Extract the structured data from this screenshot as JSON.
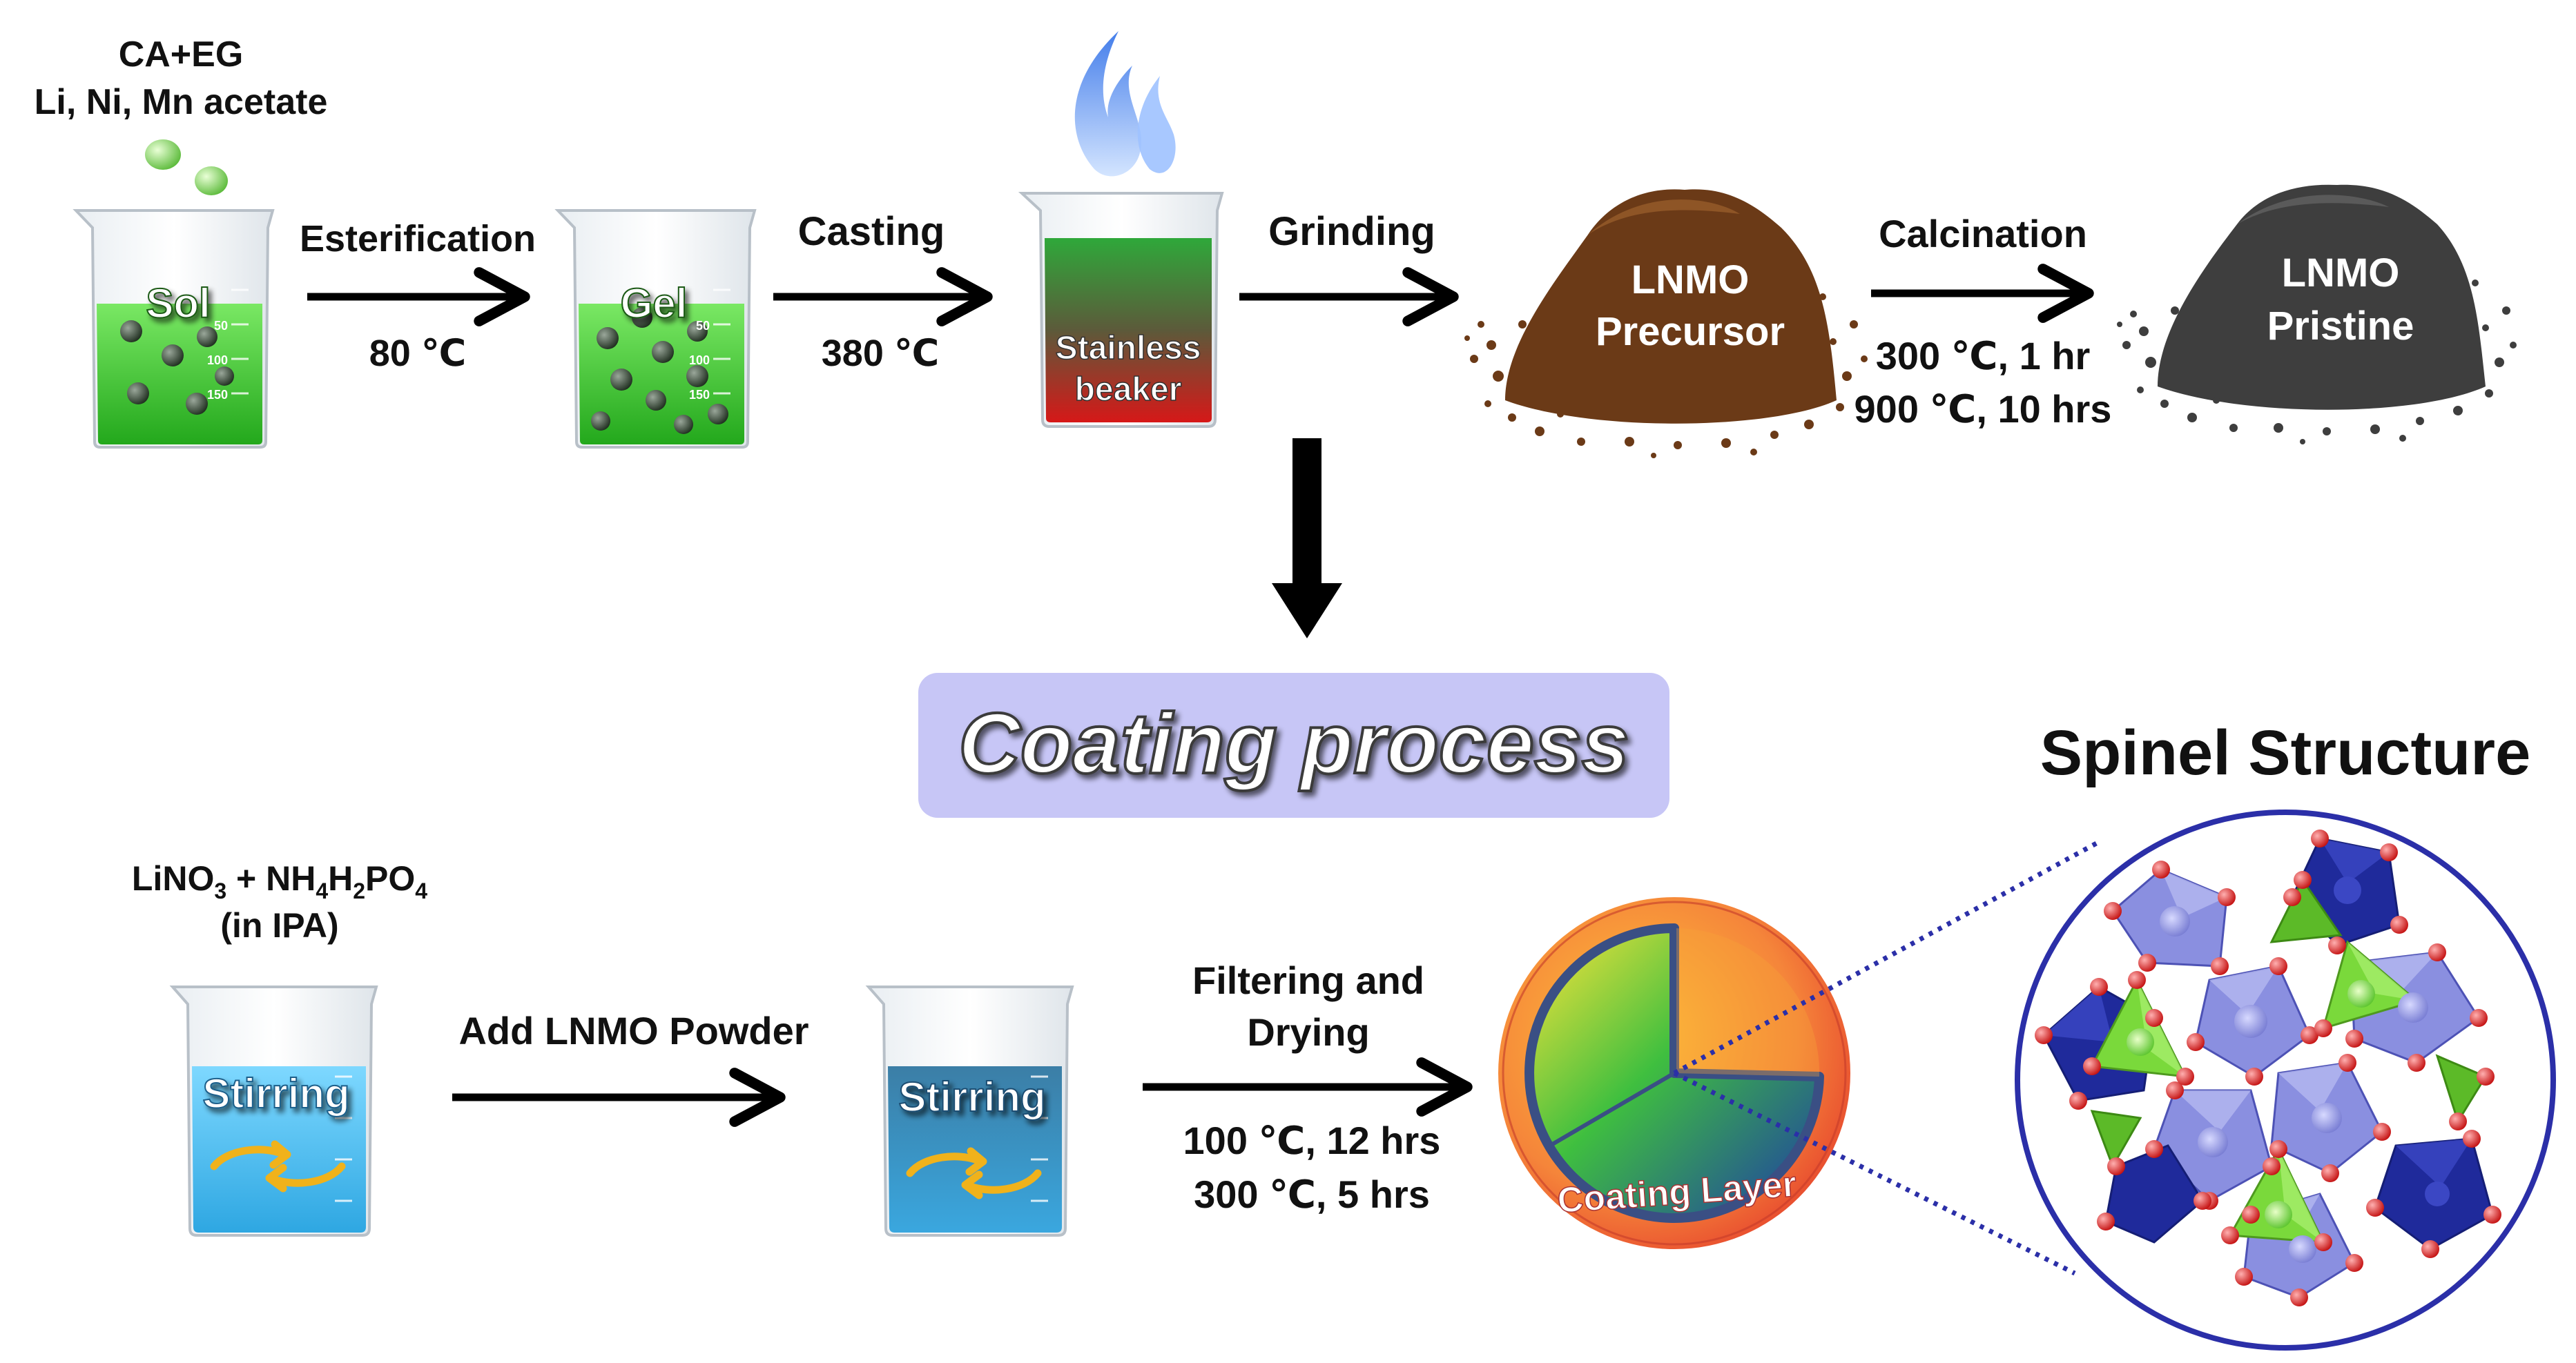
{
  "colors": {
    "arrow": "#000000",
    "sol_green": "#39c12e",
    "precursor_brown": "#6b3a17",
    "pristine_gray": "#3e3e3e",
    "ipa_blue": "#38b8ea",
    "coating_banner": "#c7c6f6",
    "octahedron_dark": "#1f2a9b",
    "octahedron_light": "#8a8fe0",
    "tetrahedron_green": "#7ad93b",
    "oxygen_red": "#e51c1c"
  },
  "icons": [
    "beaker-icon",
    "flame-icon",
    "powder-pile-icon",
    "rotation-arrows-icon",
    "coated-particle-icon",
    "crystal-structure-icon"
  ],
  "top": {
    "reagents": {
      "line1": "CA+EG",
      "line2": "Li, Ni, Mn acetate"
    },
    "sol_label": "Sol",
    "gel_label": "Gel",
    "beaker_ticks": [
      "50",
      "100",
      "150"
    ],
    "esterification": {
      "label": "Esterification",
      "condition": "80 ℃"
    },
    "casting": {
      "label": "Casting",
      "condition": "380 ℃"
    },
    "stainless": {
      "line1": "Stainless",
      "line2": "beaker"
    },
    "grinding": {
      "label": "Grinding"
    },
    "precursor": {
      "line1": "LNMO",
      "line2": "Precursor"
    },
    "calcination": {
      "label": "Calcination",
      "condition1": "300 ℃, 1 hr",
      "condition2": "900 ℃, 10 hrs"
    },
    "pristine": {
      "line1": "LNMO",
      "line2": "Pristine"
    }
  },
  "banner": {
    "label": "Coating process"
  },
  "bottom": {
    "reagent": {
      "p1": "LiNO",
      "s1": "3",
      "p2": " + NH",
      "s2": "4",
      "p3": "H",
      "s3": "2",
      "p4": "PO",
      "s4": "4",
      "line2": "(in IPA)"
    },
    "stirring1_label": "Stirring",
    "add_powder": {
      "label": "Add LNMO Powder"
    },
    "stirring2_label": "Stirring",
    "filtering": {
      "line1": "Filtering and",
      "line2": "Drying",
      "condition1": "100 ℃, 12 hrs",
      "condition2": "300 ℃, 5 hrs"
    },
    "coating_layer_label": "Coating Layer"
  },
  "spinel": {
    "title": "Spinel Structure"
  }
}
